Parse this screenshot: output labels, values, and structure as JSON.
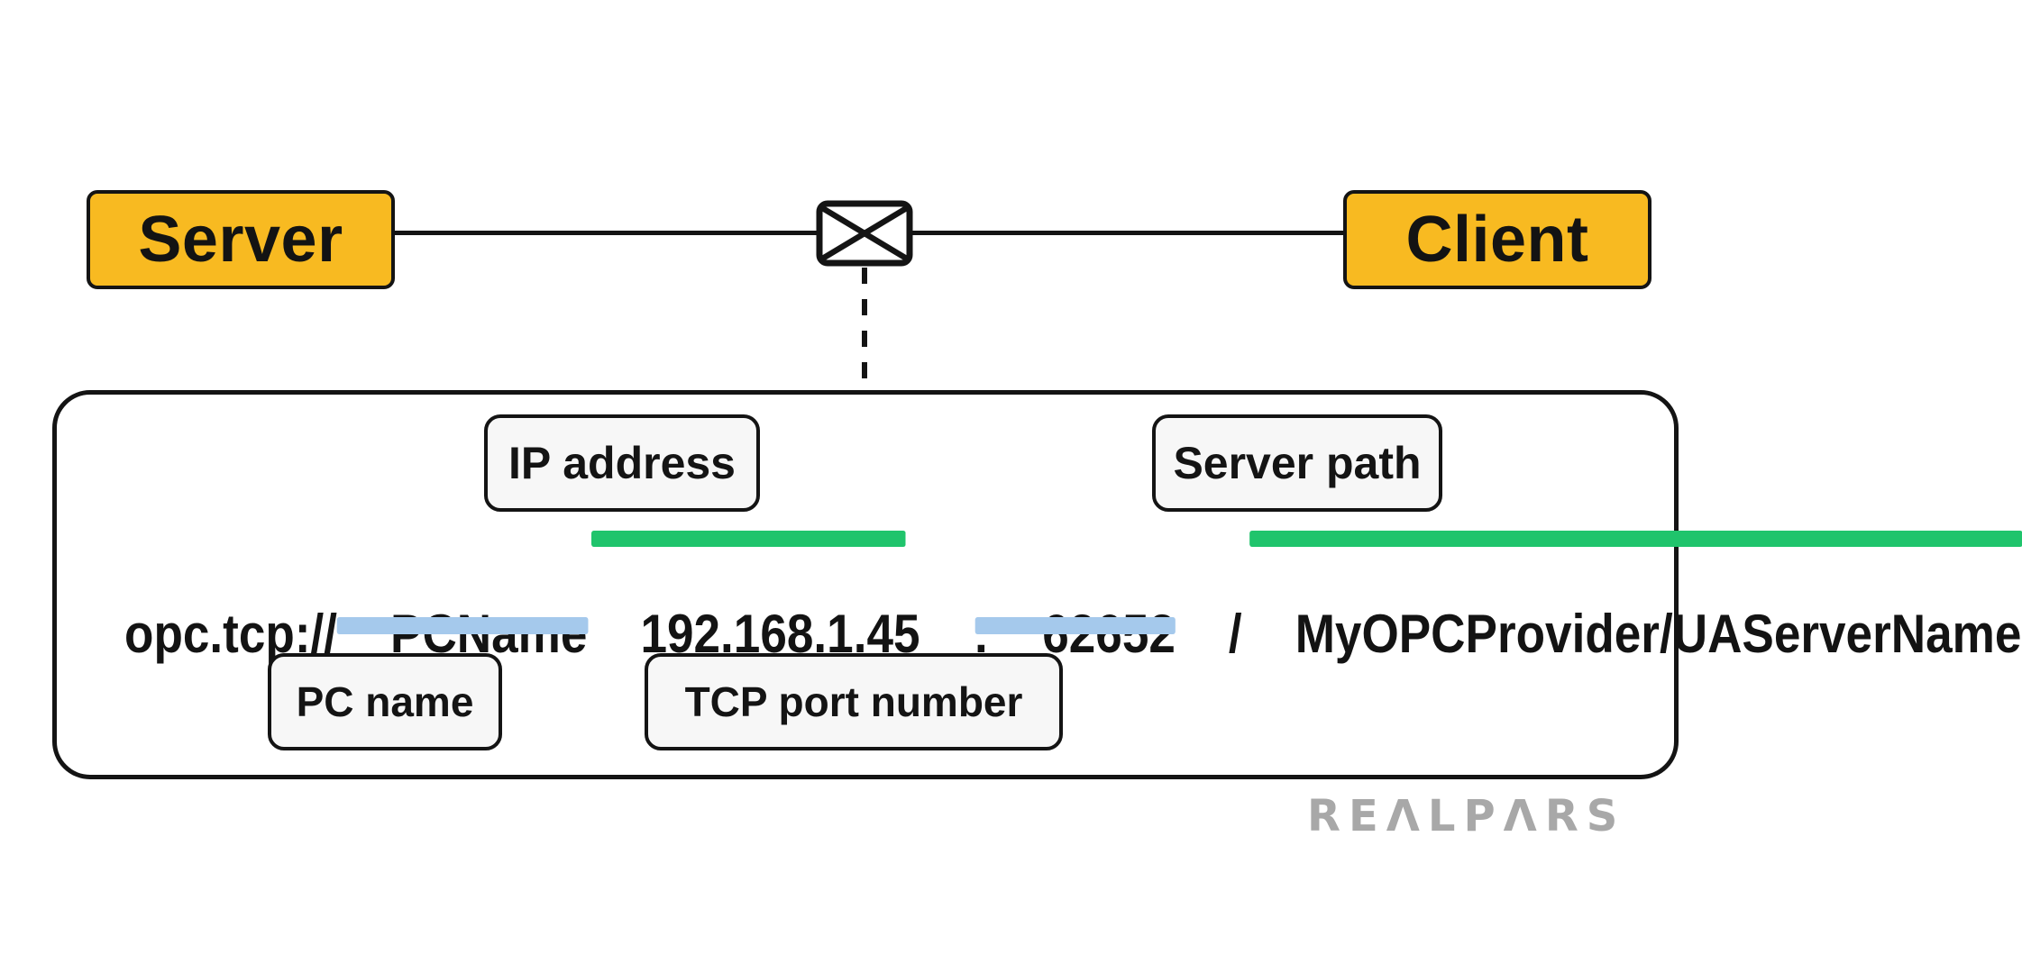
{
  "nodes": {
    "server": "Server",
    "client": "Client"
  },
  "url": {
    "full": "opc.tcp://PCName192.168.1.45:62652/MyOPCProvider/UAServerName",
    "segments": [
      {
        "text": "opc.tcp://",
        "part": "protocol"
      },
      {
        "text": "PCName",
        "part": "pc-name"
      },
      {
        "text": "192.168.1.45",
        "part": "ip-address"
      },
      {
        "text": ":",
        "part": "separator"
      },
      {
        "text": "62652",
        "part": "tcp-port"
      },
      {
        "text": "/",
        "part": "separator"
      },
      {
        "text": "MyOPCProvider/UAServerName",
        "part": "server-path"
      }
    ]
  },
  "labels": {
    "ip_address": "IP address",
    "server_path": "Server path",
    "pc_name": "PC name",
    "tcp_port": "TCP port number"
  },
  "colors": {
    "accent_yellow": "#F8BA21",
    "highlight_green": "#20C46C",
    "highlight_blue": "#A5C9EC",
    "line_black": "#141414",
    "brand_gray": "#A8A8A8"
  },
  "brand": {
    "name": "REALPARS",
    "display": "REΛLPΛRS"
  }
}
